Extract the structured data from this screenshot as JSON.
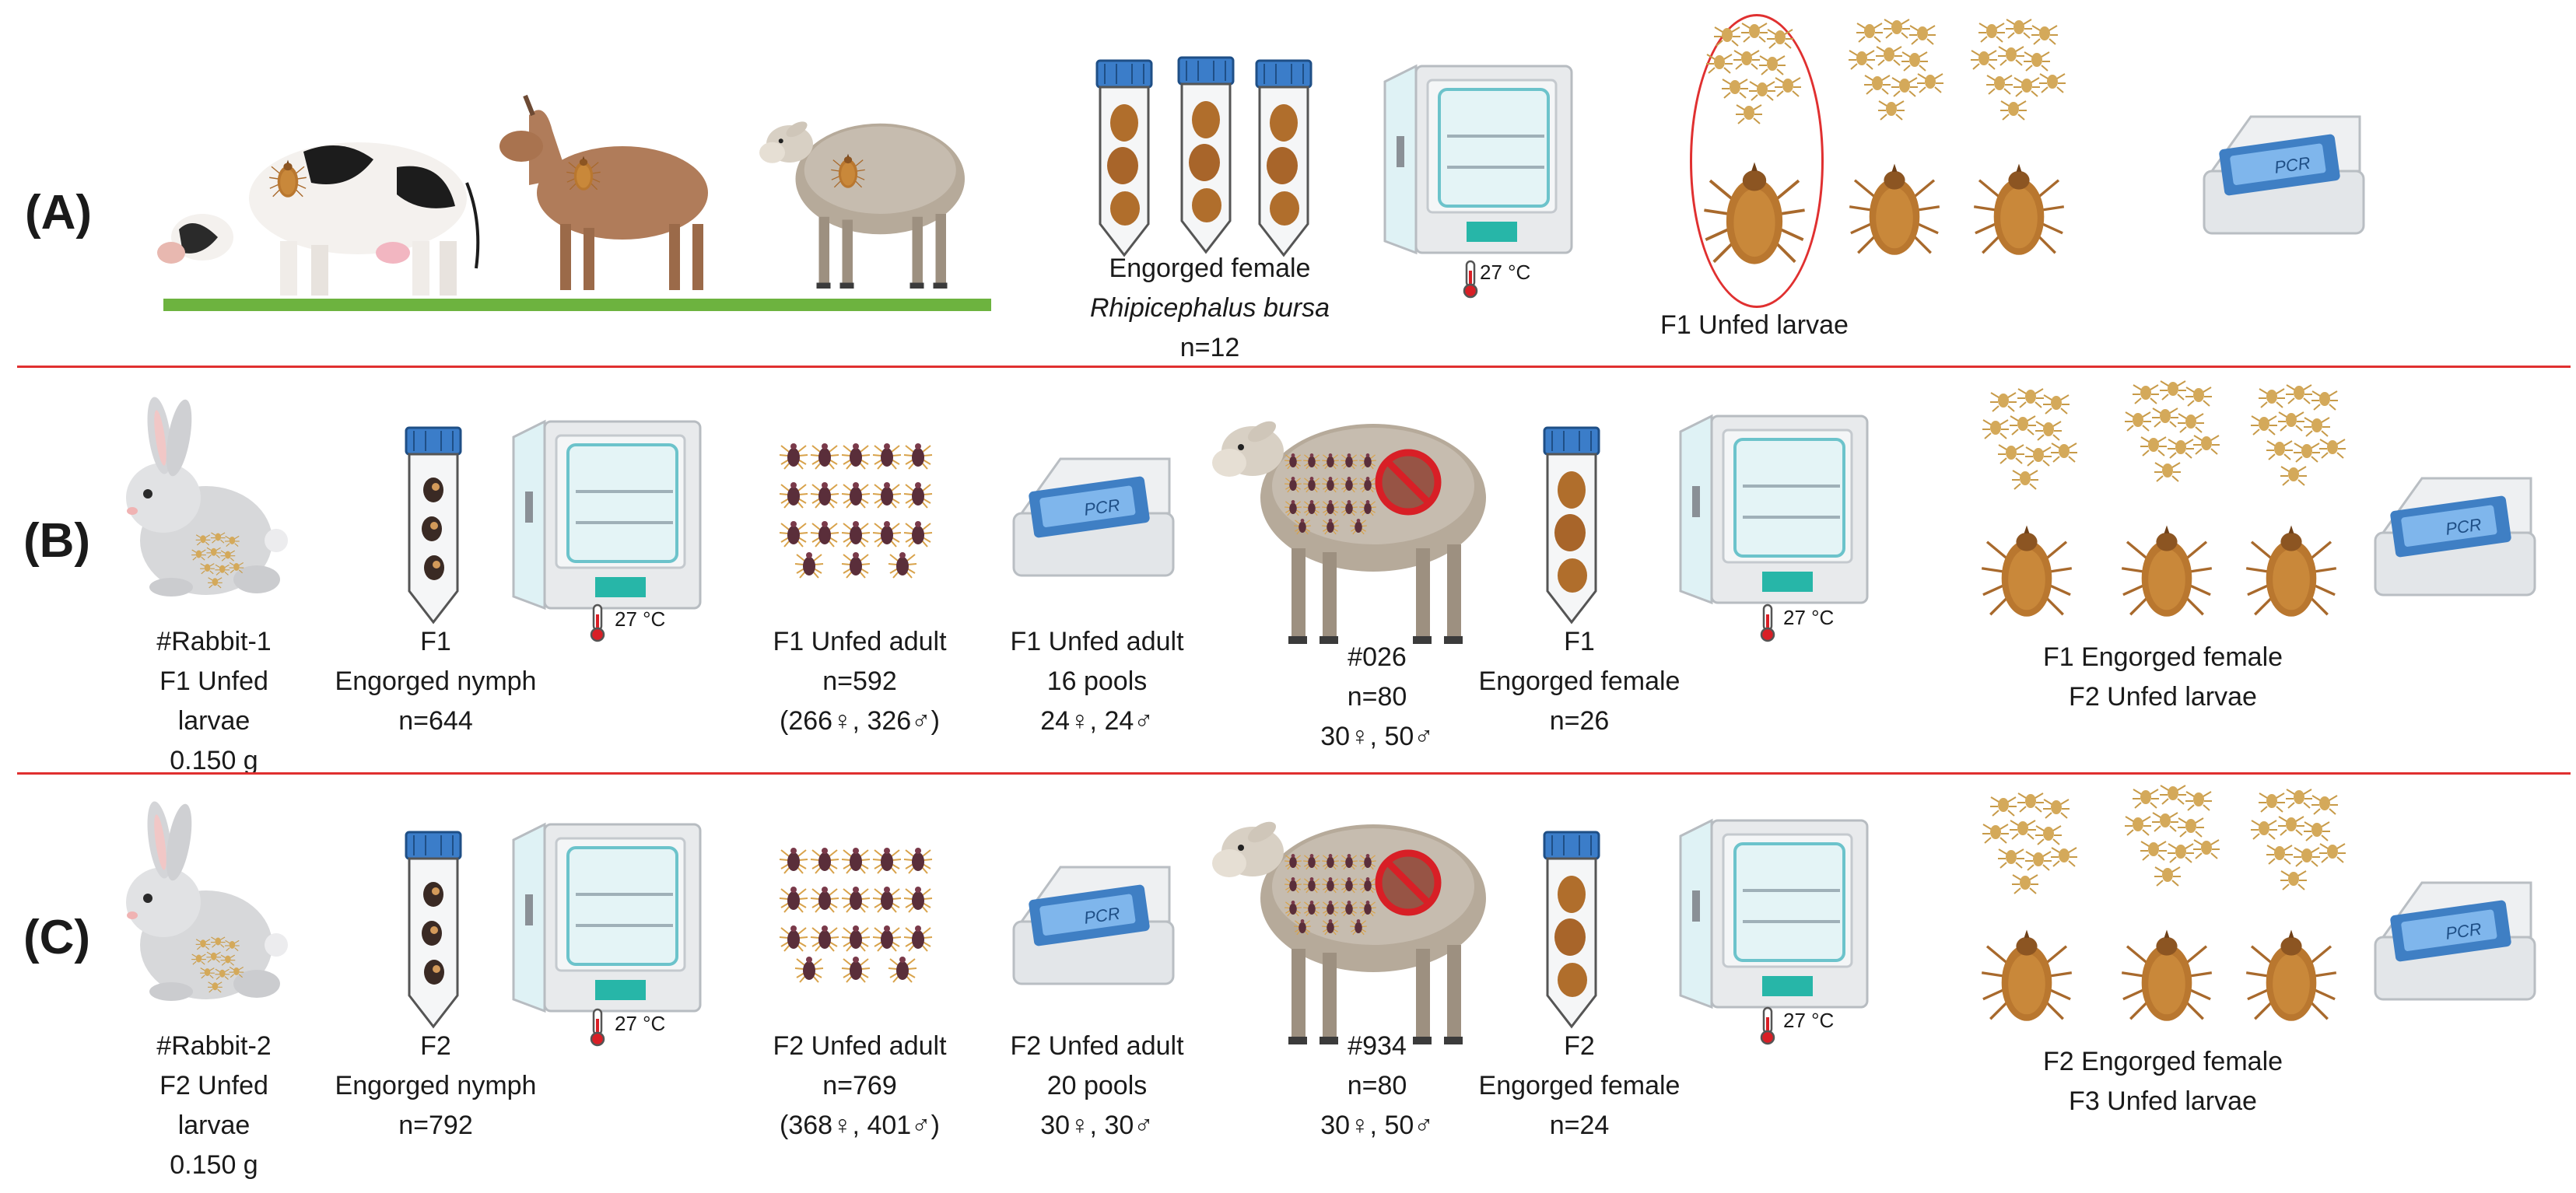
{
  "rows": {
    "A": {
      "label": "(A)",
      "tube_caption": [
        "Engorged female",
        "Rhipicephalus bursa",
        "n=12"
      ],
      "incubator_temp": "27 °C",
      "larvae_caption": "F1 Unfed larvae"
    },
    "B": {
      "label": "(B)",
      "rabbit_caption": [
        "#Rabbit-1",
        "F1 Unfed",
        "larvae",
        "0.150 g"
      ],
      "nymph_caption": [
        "F1",
        "Engorged nymph",
        "n=644"
      ],
      "incubator_temp": "27 °C",
      "adult_caption": [
        "F1 Unfed adult",
        "n=592",
        "(266♀, 326♂)"
      ],
      "pcr_caption": [
        "F1 Unfed adult",
        "16 pools",
        "24♀, 24♂"
      ],
      "sheep_caption": [
        "#026",
        "n=80",
        "30♀, 50♂"
      ],
      "female_caption": [
        "F1",
        "Engorged female",
        "n=26"
      ],
      "incubator2_temp": "27 °C",
      "final_caption": [
        "F1 Engorged female",
        "F2 Unfed larvae"
      ]
    },
    "C": {
      "label": "(C)",
      "rabbit_caption": [
        "#Rabbit-2",
        "F2 Unfed",
        "larvae",
        "0.150 g"
      ],
      "nymph_caption": [
        "F2",
        "Engorged nymph",
        "n=792"
      ],
      "incubator_temp": "27 °C",
      "adult_caption": [
        "F2 Unfed adult",
        "n=769",
        "(368♀, 401♂)"
      ],
      "pcr_caption": [
        "F2 Unfed adult",
        "20 pools",
        "30♀, 30♂"
      ],
      "sheep_caption": [
        "#934",
        "n=80",
        "30♀, 50♂"
      ],
      "female_caption": [
        "F2",
        "Engorged female",
        "n=24"
      ],
      "incubator2_temp": "27 °C",
      "final_caption": [
        "F2 Engorged female",
        "F3 Unfed larvae"
      ]
    }
  },
  "pcr_label": "PCR",
  "colors": {
    "divider": "#e03030",
    "ground": "#6db33f",
    "tube_cap": "#3b7dc9",
    "tick_brown": "#a8692c",
    "larva": "#d4a95a",
    "adult_tick": "#5a2e3a",
    "no_sign": "#d81f26"
  },
  "icons": [
    "cow-icon",
    "goat-icon",
    "sheep-icon",
    "tube-icon",
    "incubator-icon",
    "thermometer-icon",
    "larvae-icon",
    "engorged-tick-icon",
    "pcr-machine-icon",
    "rabbit-icon",
    "adult-ticks-icon",
    "no-symbol-icon"
  ]
}
